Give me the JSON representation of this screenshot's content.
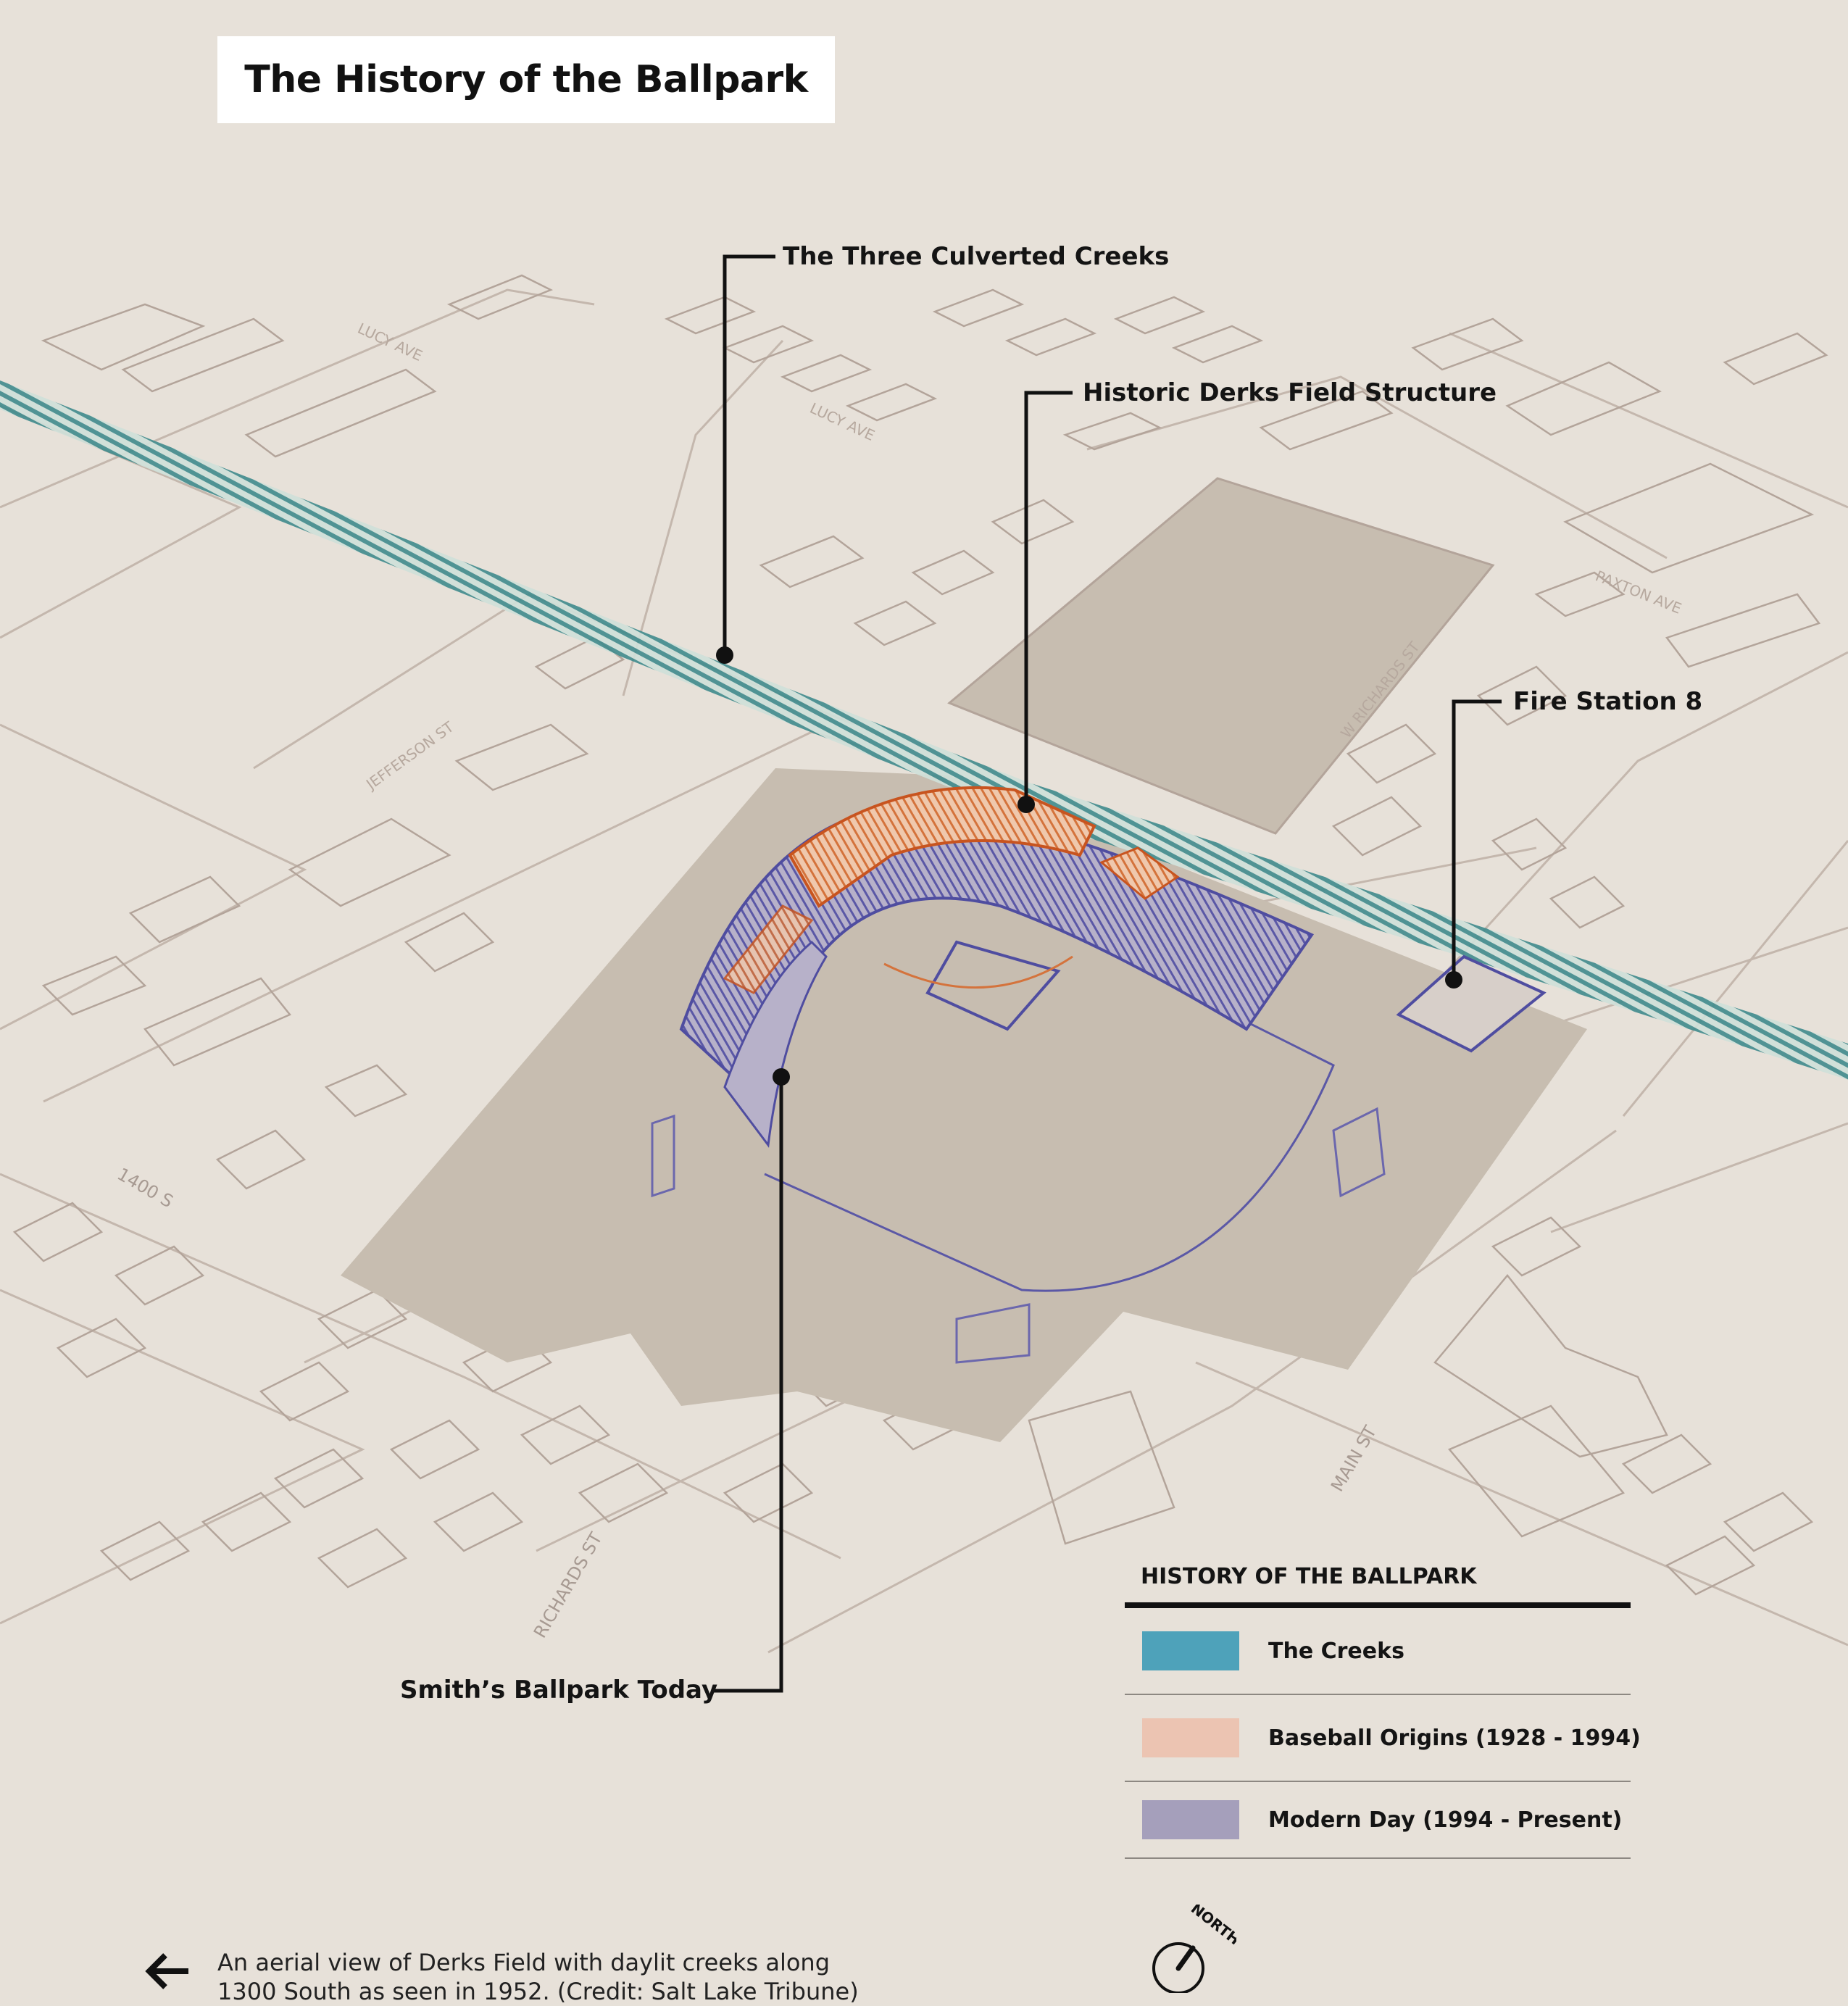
{
  "title": "The History of the Ballpark",
  "callouts": {
    "creeks": "The Three Culverted Creeks",
    "derks": "Historic Derks Field Structure",
    "fire_station": "Fire Station 8",
    "smiths": "Smith’s Ballpark Today"
  },
  "streets": {
    "lucy_ave_1": "LUCY AVE",
    "lucy_ave_2": "LUCY AVE",
    "jefferson": "JEFFERSON ST",
    "richards_1": "W RICHARDS ST",
    "richards_2": "RICHARDS ST",
    "paxton": "PAXTON AVE",
    "main": "MAIN ST",
    "s1400": "1400 S"
  },
  "legend": {
    "title": "HISTORY OF THE BALLPARK",
    "items": [
      {
        "label": "The Creeks",
        "color": "#4ea2ba"
      },
      {
        "label": "Baseball Origins (1928 - 1994)",
        "color": "#ecc4b2"
      },
      {
        "label": "Modern Day (1994 - Present)",
        "color": "#a59fbb"
      }
    ]
  },
  "compass": {
    "label": "NORTH"
  },
  "caption": {
    "line1": "An aerial view of Derks Field with daylit creeks along",
    "line2": "1300 South as seen in 1952. (Credit: Salt Lake Tribune)"
  },
  "colors": {
    "background": "#e7e1d9",
    "parcel": "#c7bdb0",
    "buildings": "#b3a49a",
    "creek": "#3f8a8c",
    "origins_stroke": "#c8541f",
    "modern_stroke": "#4f4da0"
  }
}
